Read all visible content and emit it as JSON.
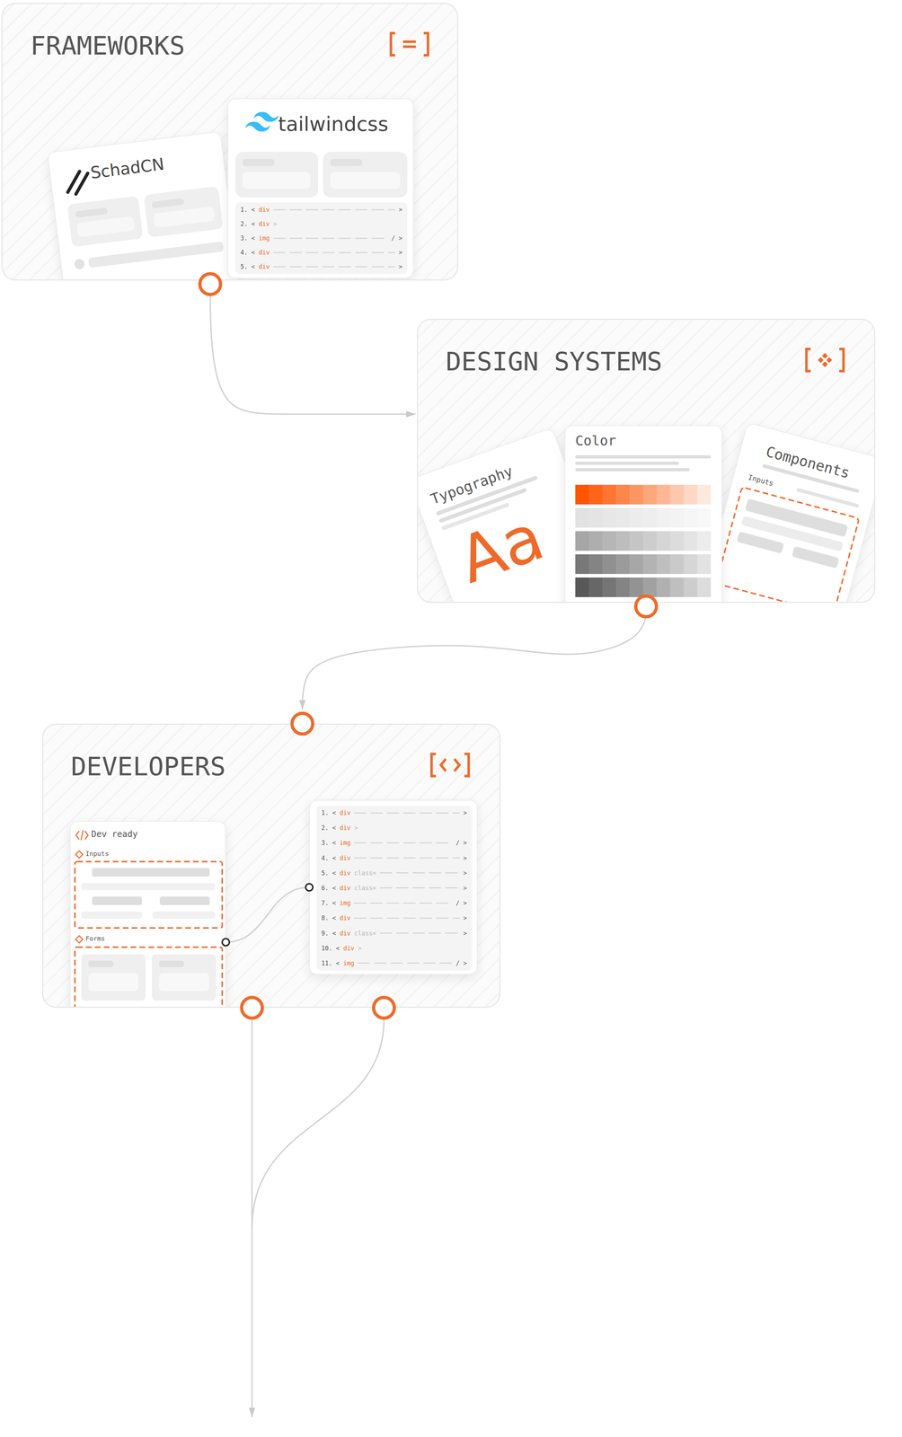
{
  "diagram": {
    "nodes": [
      {
        "text": [
          "FRAMEWORKS"
        ]
      },
      {
        "text": [
          "SchadCN"
        ],
        "in": 0
      },
      {
        "text": [
          "tailwindcss",
          "1. < div",
          ">",
          "2. < div >",
          "3. < img",
          "/ >",
          "4. < div",
          ">",
          "5. < div",
          ">"
        ],
        "in": 0
      },
      {
        "text": [
          "DESIGN SYSTEMS"
        ]
      },
      {
        "text": [
          "Typography",
          "Aa"
        ],
        "in": 3
      },
      {
        "text": [
          "Color"
        ],
        "in": 3
      },
      {
        "text": [
          "Components",
          "Inputs"
        ],
        "in": 3
      },
      {
        "text": [
          "DEVELOPERS"
        ]
      },
      {
        "text": [
          "Dev ready",
          "Inputs",
          "Forms"
        ],
        "in": 7
      },
      {
        "text": [
          "1. < div",
          ">",
          "2. < div >",
          "3. < img",
          "/ >",
          "4. < div",
          ">",
          "5. < div class=",
          ">",
          "6. < div class=",
          ">",
          "7. < img",
          "/ >",
          "8. < div",
          ">",
          "9. < div class=",
          ">",
          "10. < div >",
          "11. < img",
          "/ >"
        ],
        "in": 7
      }
    ],
    "edges": [
      {
        "from": 0,
        "to": 3,
        "arrow": "to"
      },
      {
        "from": 3,
        "to": 7,
        "arrow": "to"
      },
      {
        "from": 8,
        "to": 9,
        "arrow": "none"
      }
    ]
  }
}
